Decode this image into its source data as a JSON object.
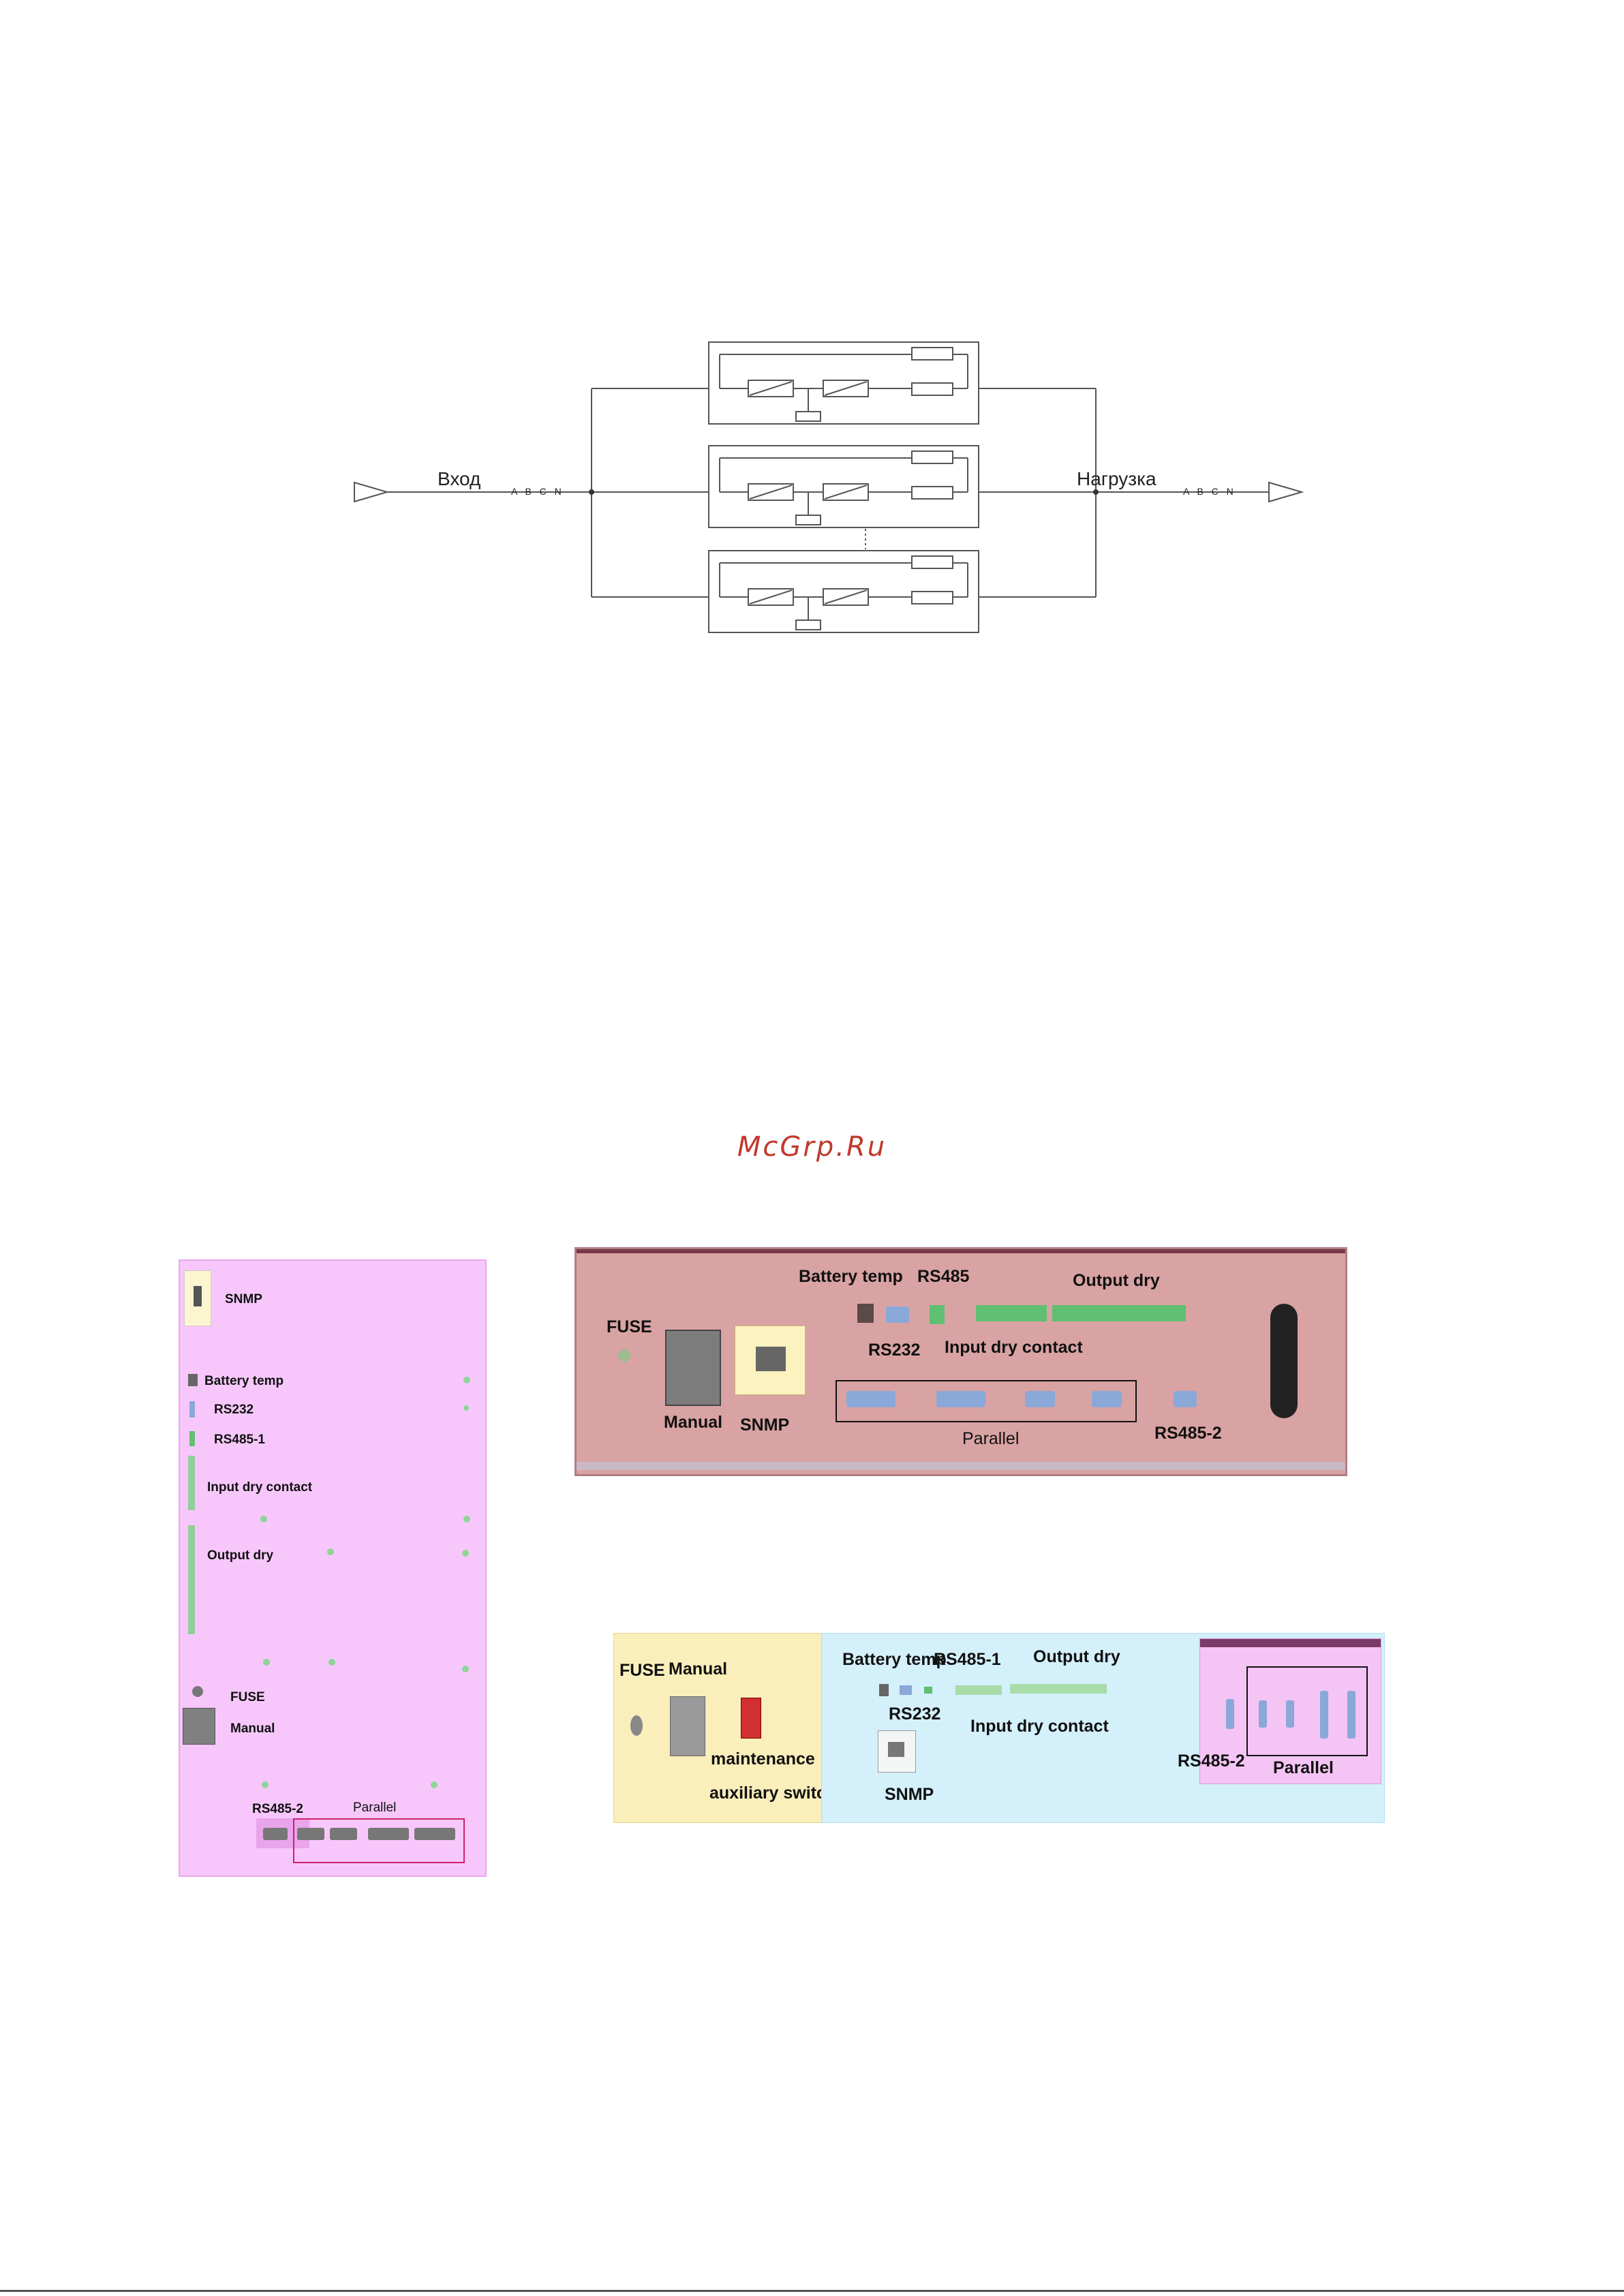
{
  "diagram": {
    "input_label": "Вход",
    "input_phases": "A B C N",
    "output_label": "Нагрузка",
    "output_phases": "A B C N"
  },
  "watermark": "McGrp.Ru",
  "panel_left": {
    "snmp": "SNMP",
    "battery_temp": "Battery temp",
    "rs232": "RS232",
    "rs485_1": "RS485-1",
    "input_dry_contact": "Input dry contact",
    "output_dry": "Output dry",
    "fuse": "FUSE",
    "manual": "Manual",
    "rs485_2": "RS485-2",
    "parallel": "Parallel"
  },
  "panel_top_right": {
    "fuse": "FUSE",
    "manual": "Manual",
    "snmp": "SNMP",
    "battery_temp": "Battery temp",
    "rs485": "RS485",
    "rs232": "RS232",
    "input_dry_contact": "Input dry contact",
    "output_dry": "Output dry",
    "parallel": "Parallel",
    "rs485_2": "RS485-2"
  },
  "panel_bottom": {
    "fuse": "FUSE",
    "manual": "Manual",
    "maintenance_line1": "maintenance",
    "maintenance_line2": "auxiliary switch",
    "battery_temp": "Battery temp",
    "rs485_1": "RS485-1",
    "rs232": "RS232",
    "snmp": "SNMP",
    "output_dry": "Output dry",
    "input_dry_contact": "Input dry contact",
    "rs485_2": "RS485-2",
    "parallel": "Parallel"
  },
  "colors": {
    "watermark": "#c0392b",
    "left_panel_bg": "#f7c7fb",
    "top_right_panel_bg": "#d9a3a3",
    "bottom_yellow": "#faeebb",
    "bottom_blue": "#d4f0fb",
    "bottom_pink": "#f4c4f4",
    "parallel_box_red": "#d0206a",
    "connector_green": "#5fbf72",
    "connector_blue": "#8aa8d8"
  }
}
